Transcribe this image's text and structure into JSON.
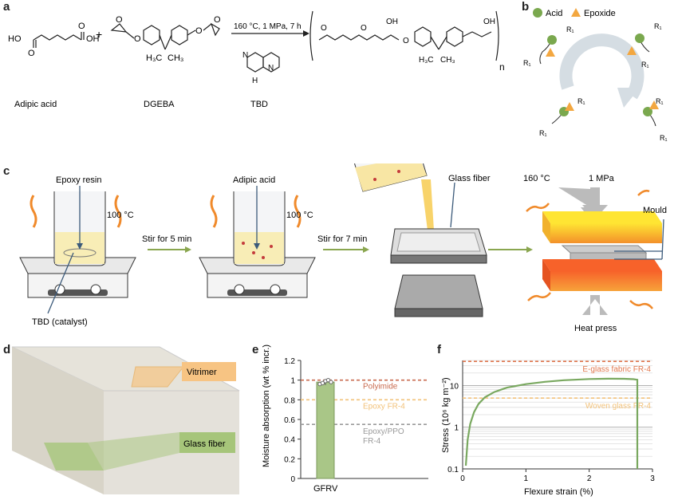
{
  "panels": {
    "a": "a",
    "b": "b",
    "c": "c",
    "d": "d",
    "e": "e",
    "f": "f"
  },
  "panel_a": {
    "reactant1": "Adipic acid",
    "reactant2": "DGEBA",
    "catalyst": "TBD",
    "conditions": "160 °C, 1 MPa, 7 h",
    "plus": "+",
    "repeat_n": "n",
    "atoms": {
      "O": "O",
      "OH": "OH",
      "HO": "HO",
      "H3C": "H₃C",
      "CH3": "CH₃",
      "N": "N",
      "H": "H"
    }
  },
  "panel_b": {
    "legend_acid": "Acid",
    "legend_epoxide": "Epoxide",
    "group_label": "R₁",
    "colors": {
      "acid": "#7aa84e",
      "epoxide": "#f3a740",
      "cycle": "#d5dde3"
    }
  },
  "panel_c": {
    "epoxy_resin": "Epoxy resin",
    "adipic_acid": "Adipic acid",
    "temp1": "100 °C",
    "temp2": "100 °C",
    "catalyst_label": "TBD (catalyst)",
    "stir1": "Stir for 5 min",
    "stir2": "Stir for 7 min",
    "glass_fiber": "Glass fiber",
    "press_temp": "160 °C",
    "press_pressure": "1 MPa",
    "mould": "Mould",
    "heat_press": "Heat press"
  },
  "panel_d": {
    "vitrimer": "Vitrimer",
    "glass_fiber": "Glass fiber",
    "colors": {
      "vitrimer": "#f7c483",
      "glass": "#a6c57a"
    }
  },
  "chart_data": [
    {
      "type": "bar",
      "categories": [
        "GFRV"
      ],
      "values": [
        0.98
      ],
      "error": [
        0.03
      ],
      "points": [
        0.96,
        0.97,
        0.99,
        1.0,
        0.98
      ],
      "ylabel": "Moisture absorption (wt % incr.)",
      "ylim": [
        0,
        1.2
      ],
      "yticks": [
        0,
        0.2,
        0.4,
        0.6,
        0.8,
        1.0,
        1.2
      ],
      "ytick_labels": [
        "0",
        "0.2",
        "0.4",
        "0.6",
        "0.8",
        "1",
        "1.2"
      ],
      "references": [
        {
          "name": "Polyimide",
          "value": 1.0,
          "color": "#c96b4f"
        },
        {
          "name": "Epoxy FR-4",
          "value": 0.8,
          "color": "#f2c27a"
        },
        {
          "name": "Epoxy/PPO FR-4",
          "value": 0.55,
          "color": "#9a9a9a"
        }
      ],
      "bar_color": "#a9c687"
    },
    {
      "type": "line",
      "xlabel": "Flexure strain (%)",
      "ylabel": "Stress (10⁶ kg m⁻²)",
      "xlim": [
        0,
        3
      ],
      "ylim": [
        0.1,
        40
      ],
      "yscale": "log",
      "xticks": [
        0,
        1,
        2,
        3
      ],
      "xtick_labels": [
        "0",
        "1",
        "2",
        "3"
      ],
      "yticks": [
        0.1,
        1,
        10
      ],
      "ytick_labels": [
        "0.1",
        "1",
        "10"
      ],
      "series": [
        {
          "x": [
            0.05,
            0.08,
            0.12,
            0.18,
            0.25,
            0.35,
            0.5,
            0.7,
            1.0,
            1.3,
            1.6,
            2.0,
            2.3,
            2.55,
            2.7,
            2.76,
            2.76
          ],
          "y": [
            0.12,
            0.5,
            1.2,
            2.3,
            3.6,
            5.2,
            7.0,
            8.9,
            10.8,
            12.3,
            13.4,
            14.3,
            14.6,
            14.5,
            14.2,
            13.8,
            0.1
          ],
          "color": "#79a85f"
        }
      ],
      "references": [
        {
          "name": "E-glass fabric FR-4",
          "value": 38,
          "color": "#e0784f"
        },
        {
          "name": "Woven glass FR-4",
          "value": 5,
          "color": "#f2c27a"
        }
      ]
    }
  ]
}
